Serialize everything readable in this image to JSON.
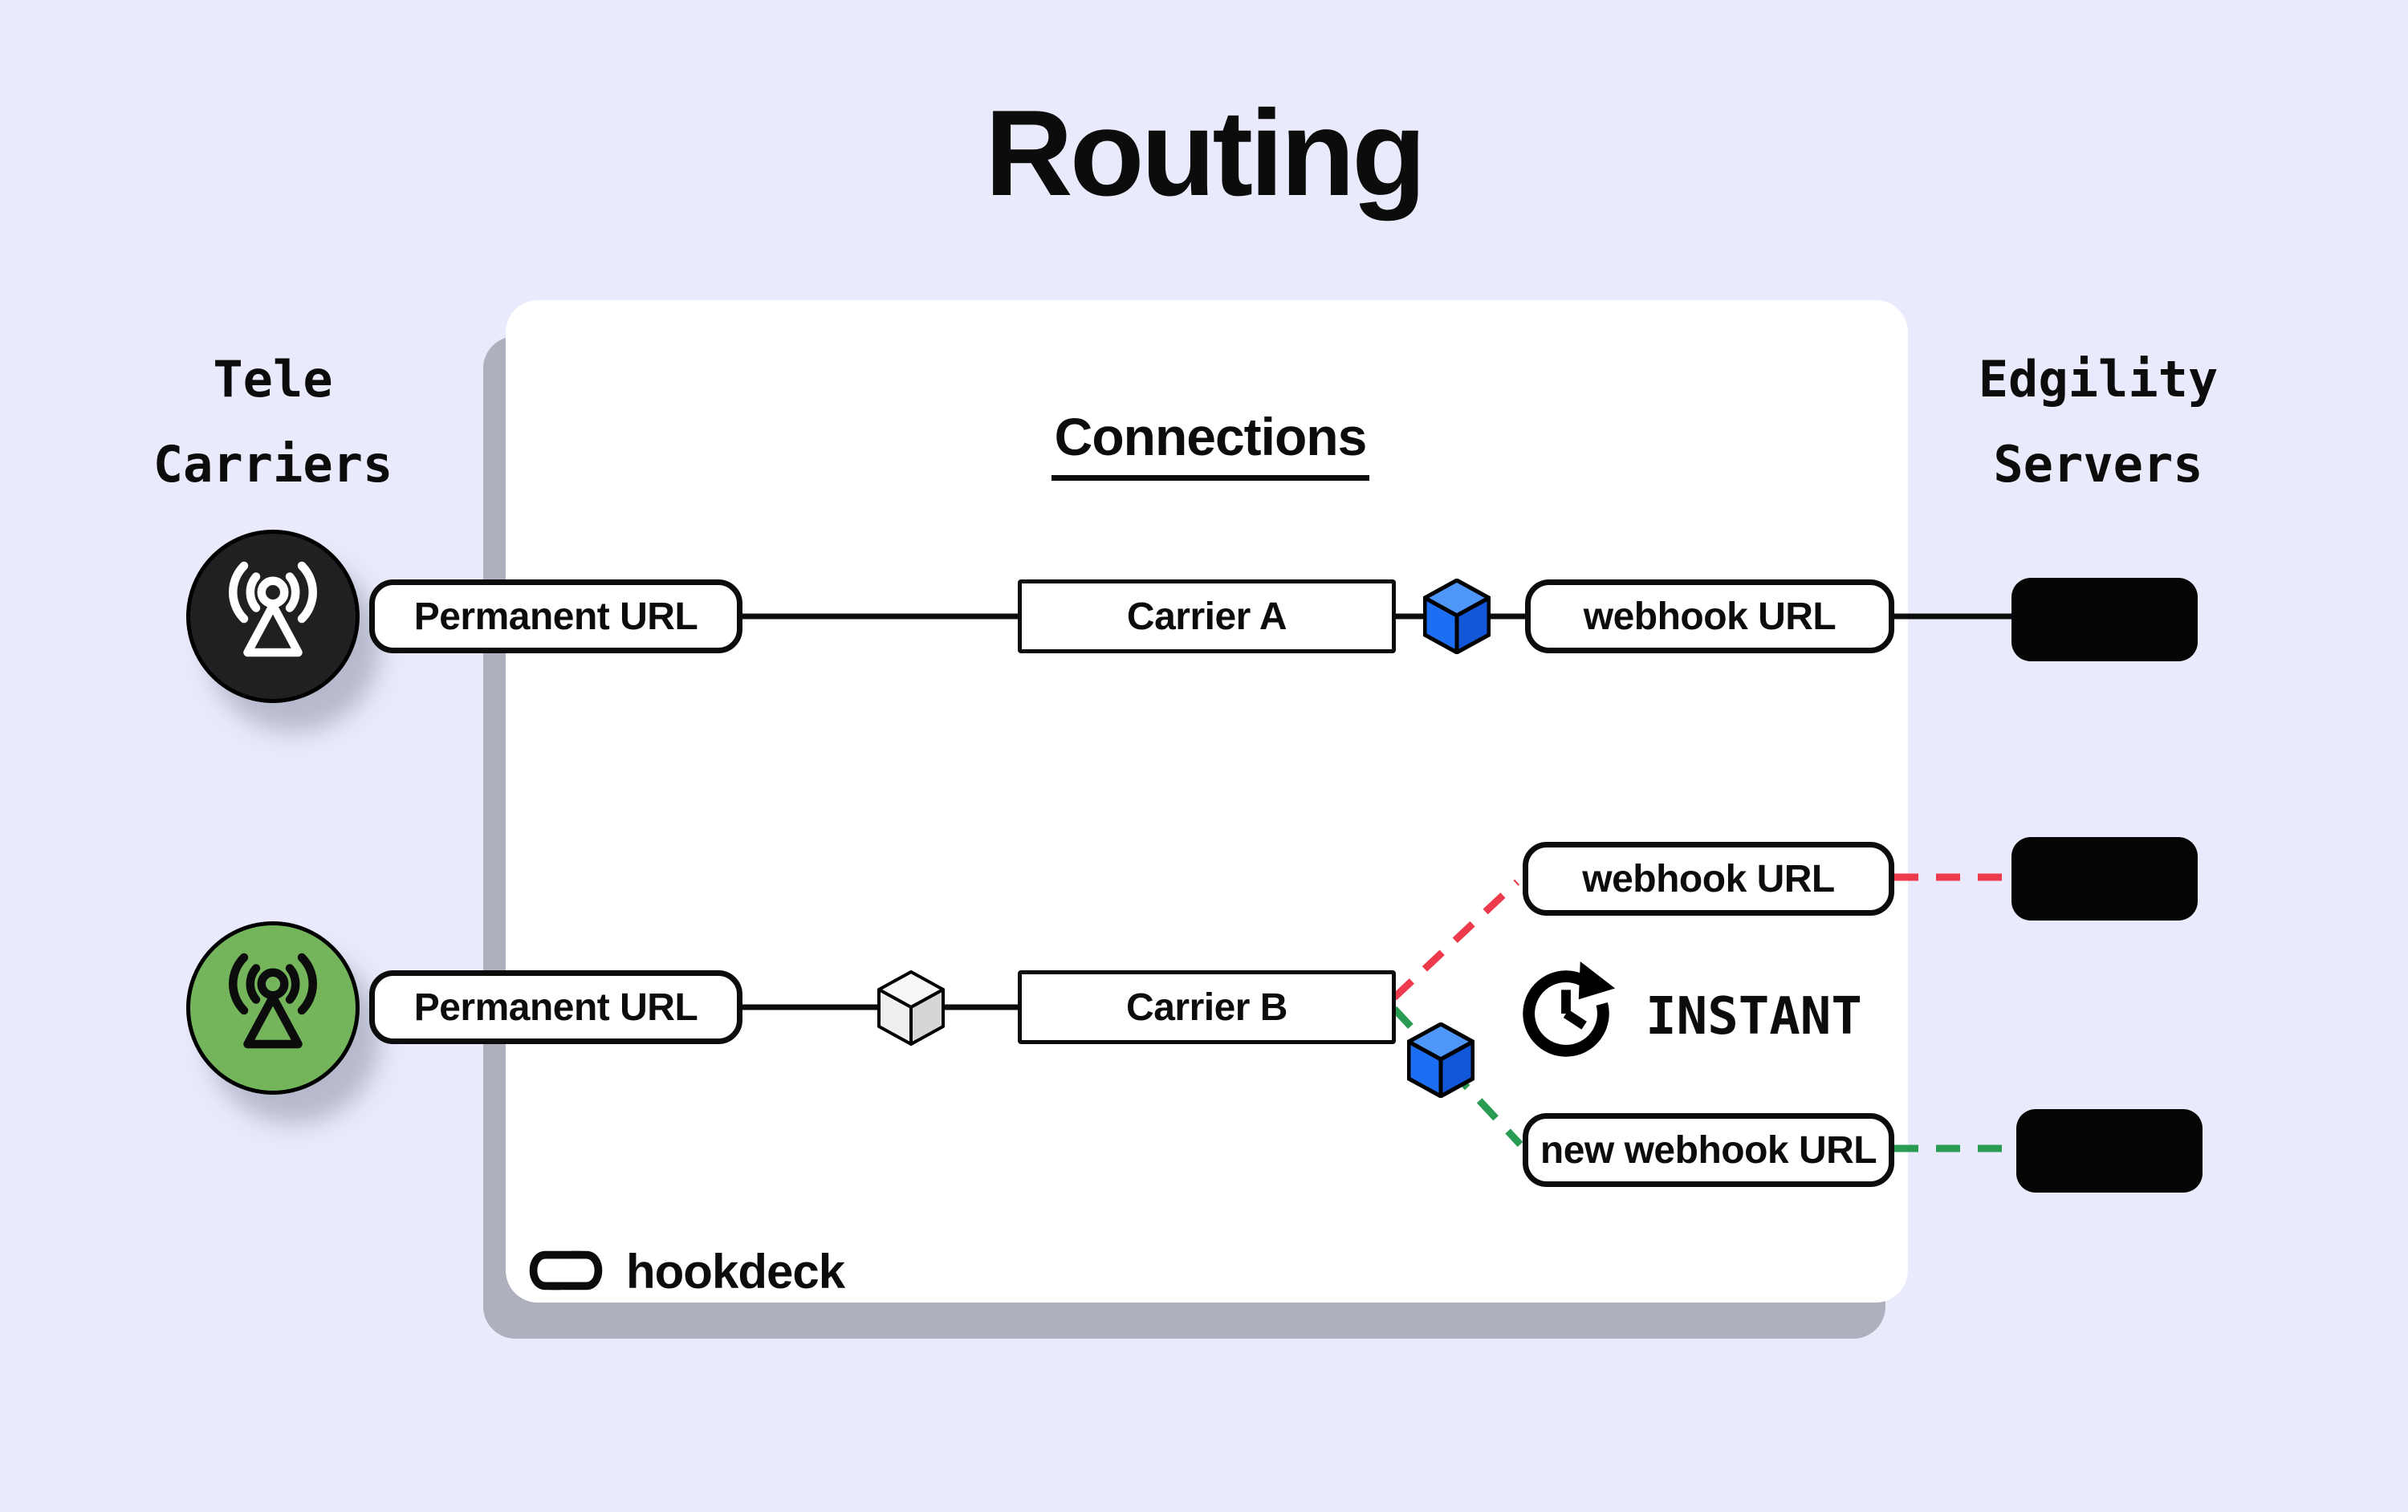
{
  "title": "Routing",
  "left_group": {
    "line1": "Tele",
    "line2": "Carriers"
  },
  "right_group": {
    "line1": "Edgility",
    "line2": "Servers"
  },
  "card": {
    "heading": "Connections",
    "brand": "hookdeck"
  },
  "nodes": {
    "permanent_url_top": "Permanent URL",
    "carrier_a": "Carrier A",
    "webhook_url_top": "webhook URL",
    "permanent_url_bottom": "Permanent URL",
    "carrier_b": "Carrier B",
    "webhook_url_middle": "webhook URL",
    "new_webhook_url": "new webhook URL"
  },
  "annotations": {
    "instant": "INSTANT"
  },
  "icons": {
    "carrier_top": "antenna-icon",
    "carrier_bottom": "antenna-icon",
    "connection_a": "blue-cube-icon",
    "connection_b": "blue-cube-icon",
    "source_b": "gray-cube-icon",
    "instant": "clock-refresh-icon",
    "brand": "hookdeck-link-icon"
  },
  "colors": {
    "background": "#e9ebfc",
    "card": "#ffffff",
    "card_shadow": "#aeb0bd",
    "outline": "#0c0c0c",
    "carrier_dark_circle": "#211f21",
    "carrier_green_circle": "#74b55c",
    "cube_blue_top": "#4e97f8",
    "cube_blue_left": "#1c6ff2",
    "cube_blue_right": "#1157d8",
    "cube_gray_top": "#f7f7f7",
    "cube_gray_left": "#efefef",
    "cube_gray_right": "#d6d6d6",
    "dash_red": "#ee3a4d",
    "dash_green": "#2a9b53",
    "status_green": "#2a9b57",
    "status_red": "#db0812",
    "server_black": "#050505"
  }
}
